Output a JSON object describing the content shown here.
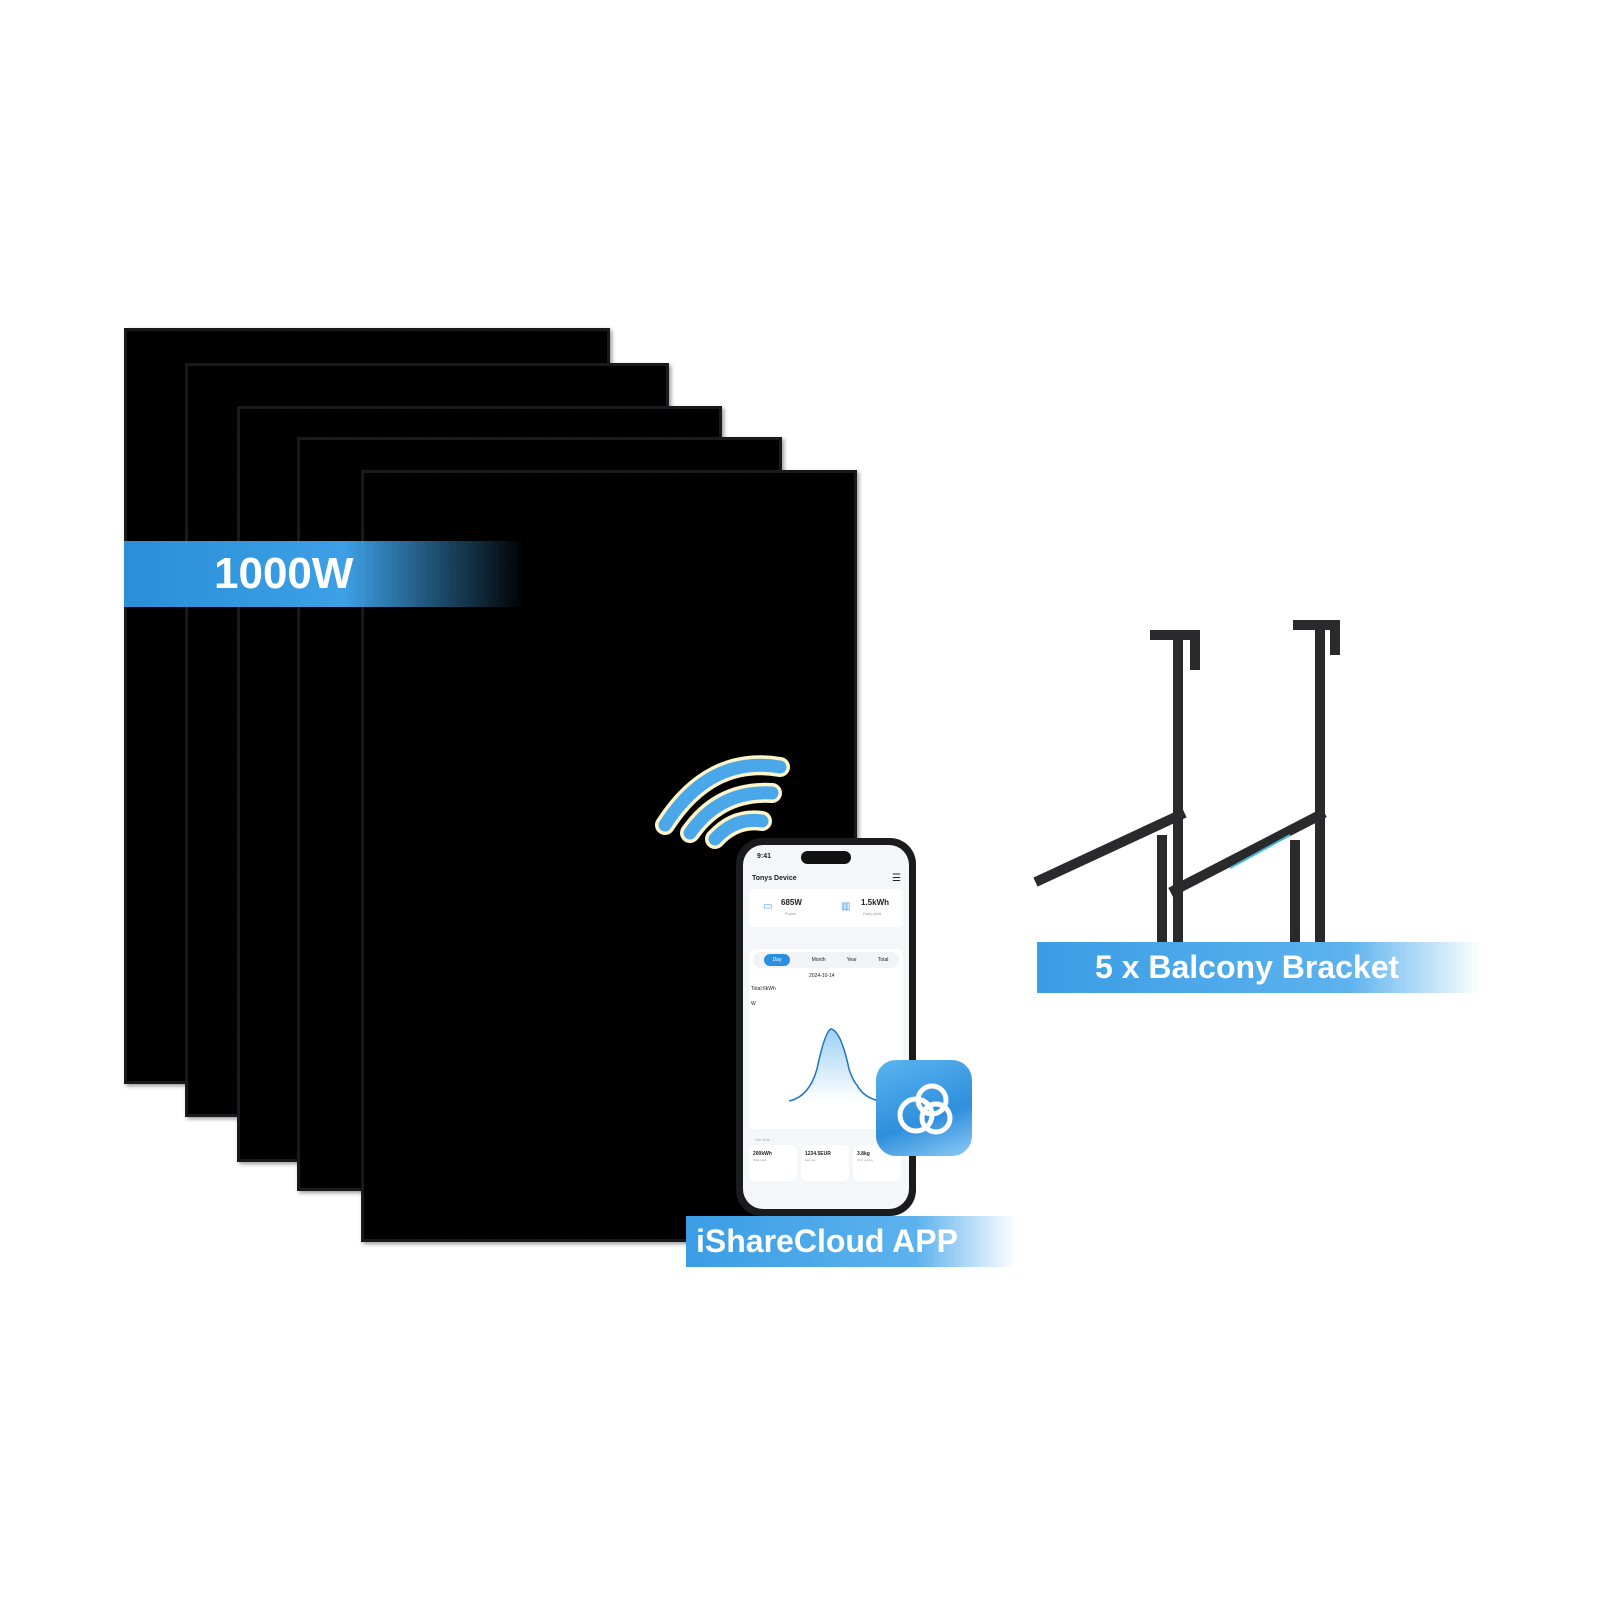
{
  "labels": {
    "power": "1000W",
    "bracket": "5 x Balcony Bracket",
    "app": "iShareCloud APP"
  },
  "phone": {
    "time": "9:41",
    "device": "Tonys Device",
    "power_value": "685W",
    "power_label": "Power",
    "yield_value": "1.5kWh",
    "yield_label": "Daily yield",
    "tabs": [
      "Day",
      "Month",
      "Year",
      "Total"
    ],
    "date": "2024-10-14",
    "total": "Total:6kWh",
    "unit": "W",
    "lifetime_title": "Life time",
    "stats": [
      {
        "value": "200kWh",
        "label": "Total yield"
      },
      {
        "value": "1234.5EUR",
        "label": "Earning"
      },
      {
        "value": "3.8kg",
        "label": "CO2 saving"
      }
    ]
  },
  "colors": {
    "accent": "#3a9de4"
  }
}
